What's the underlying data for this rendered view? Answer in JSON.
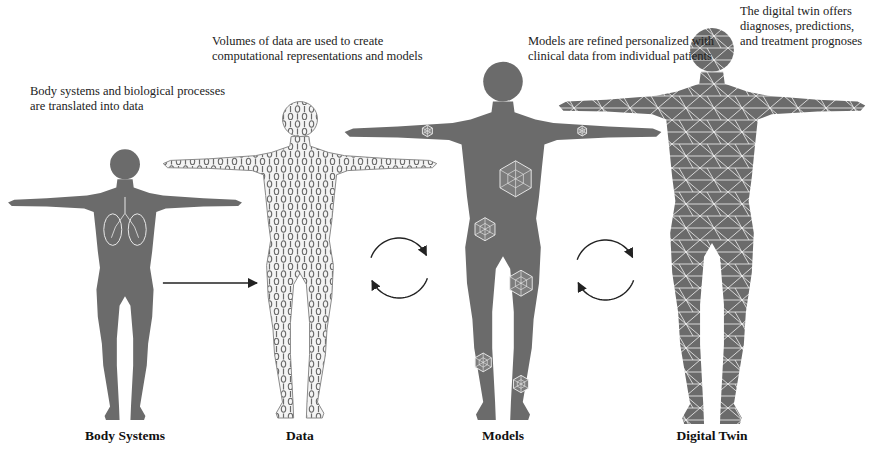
{
  "diagram": {
    "nodes": [
      {
        "text": [
          "Body systems and biological processes are translated into data",
          "Body Systems"
        ]
      },
      {
        "text": [
          "Volumes of data are used to create computational representations and models",
          "Data"
        ]
      },
      {
        "text": [
          "Models are refined personalized with clinical data from individual patients",
          "Models"
        ]
      },
      {
        "text": [
          "The digital twin offers diagnoses, predictions, and treatment prognoses",
          "Digital Twin"
        ]
      }
    ],
    "edges": [
      {
        "from": 0,
        "to": 1,
        "arrow": "to"
      },
      {
        "from": 1,
        "to": 2,
        "arrow": "both"
      },
      {
        "from": 2,
        "to": 3,
        "arrow": "both"
      }
    ]
  }
}
